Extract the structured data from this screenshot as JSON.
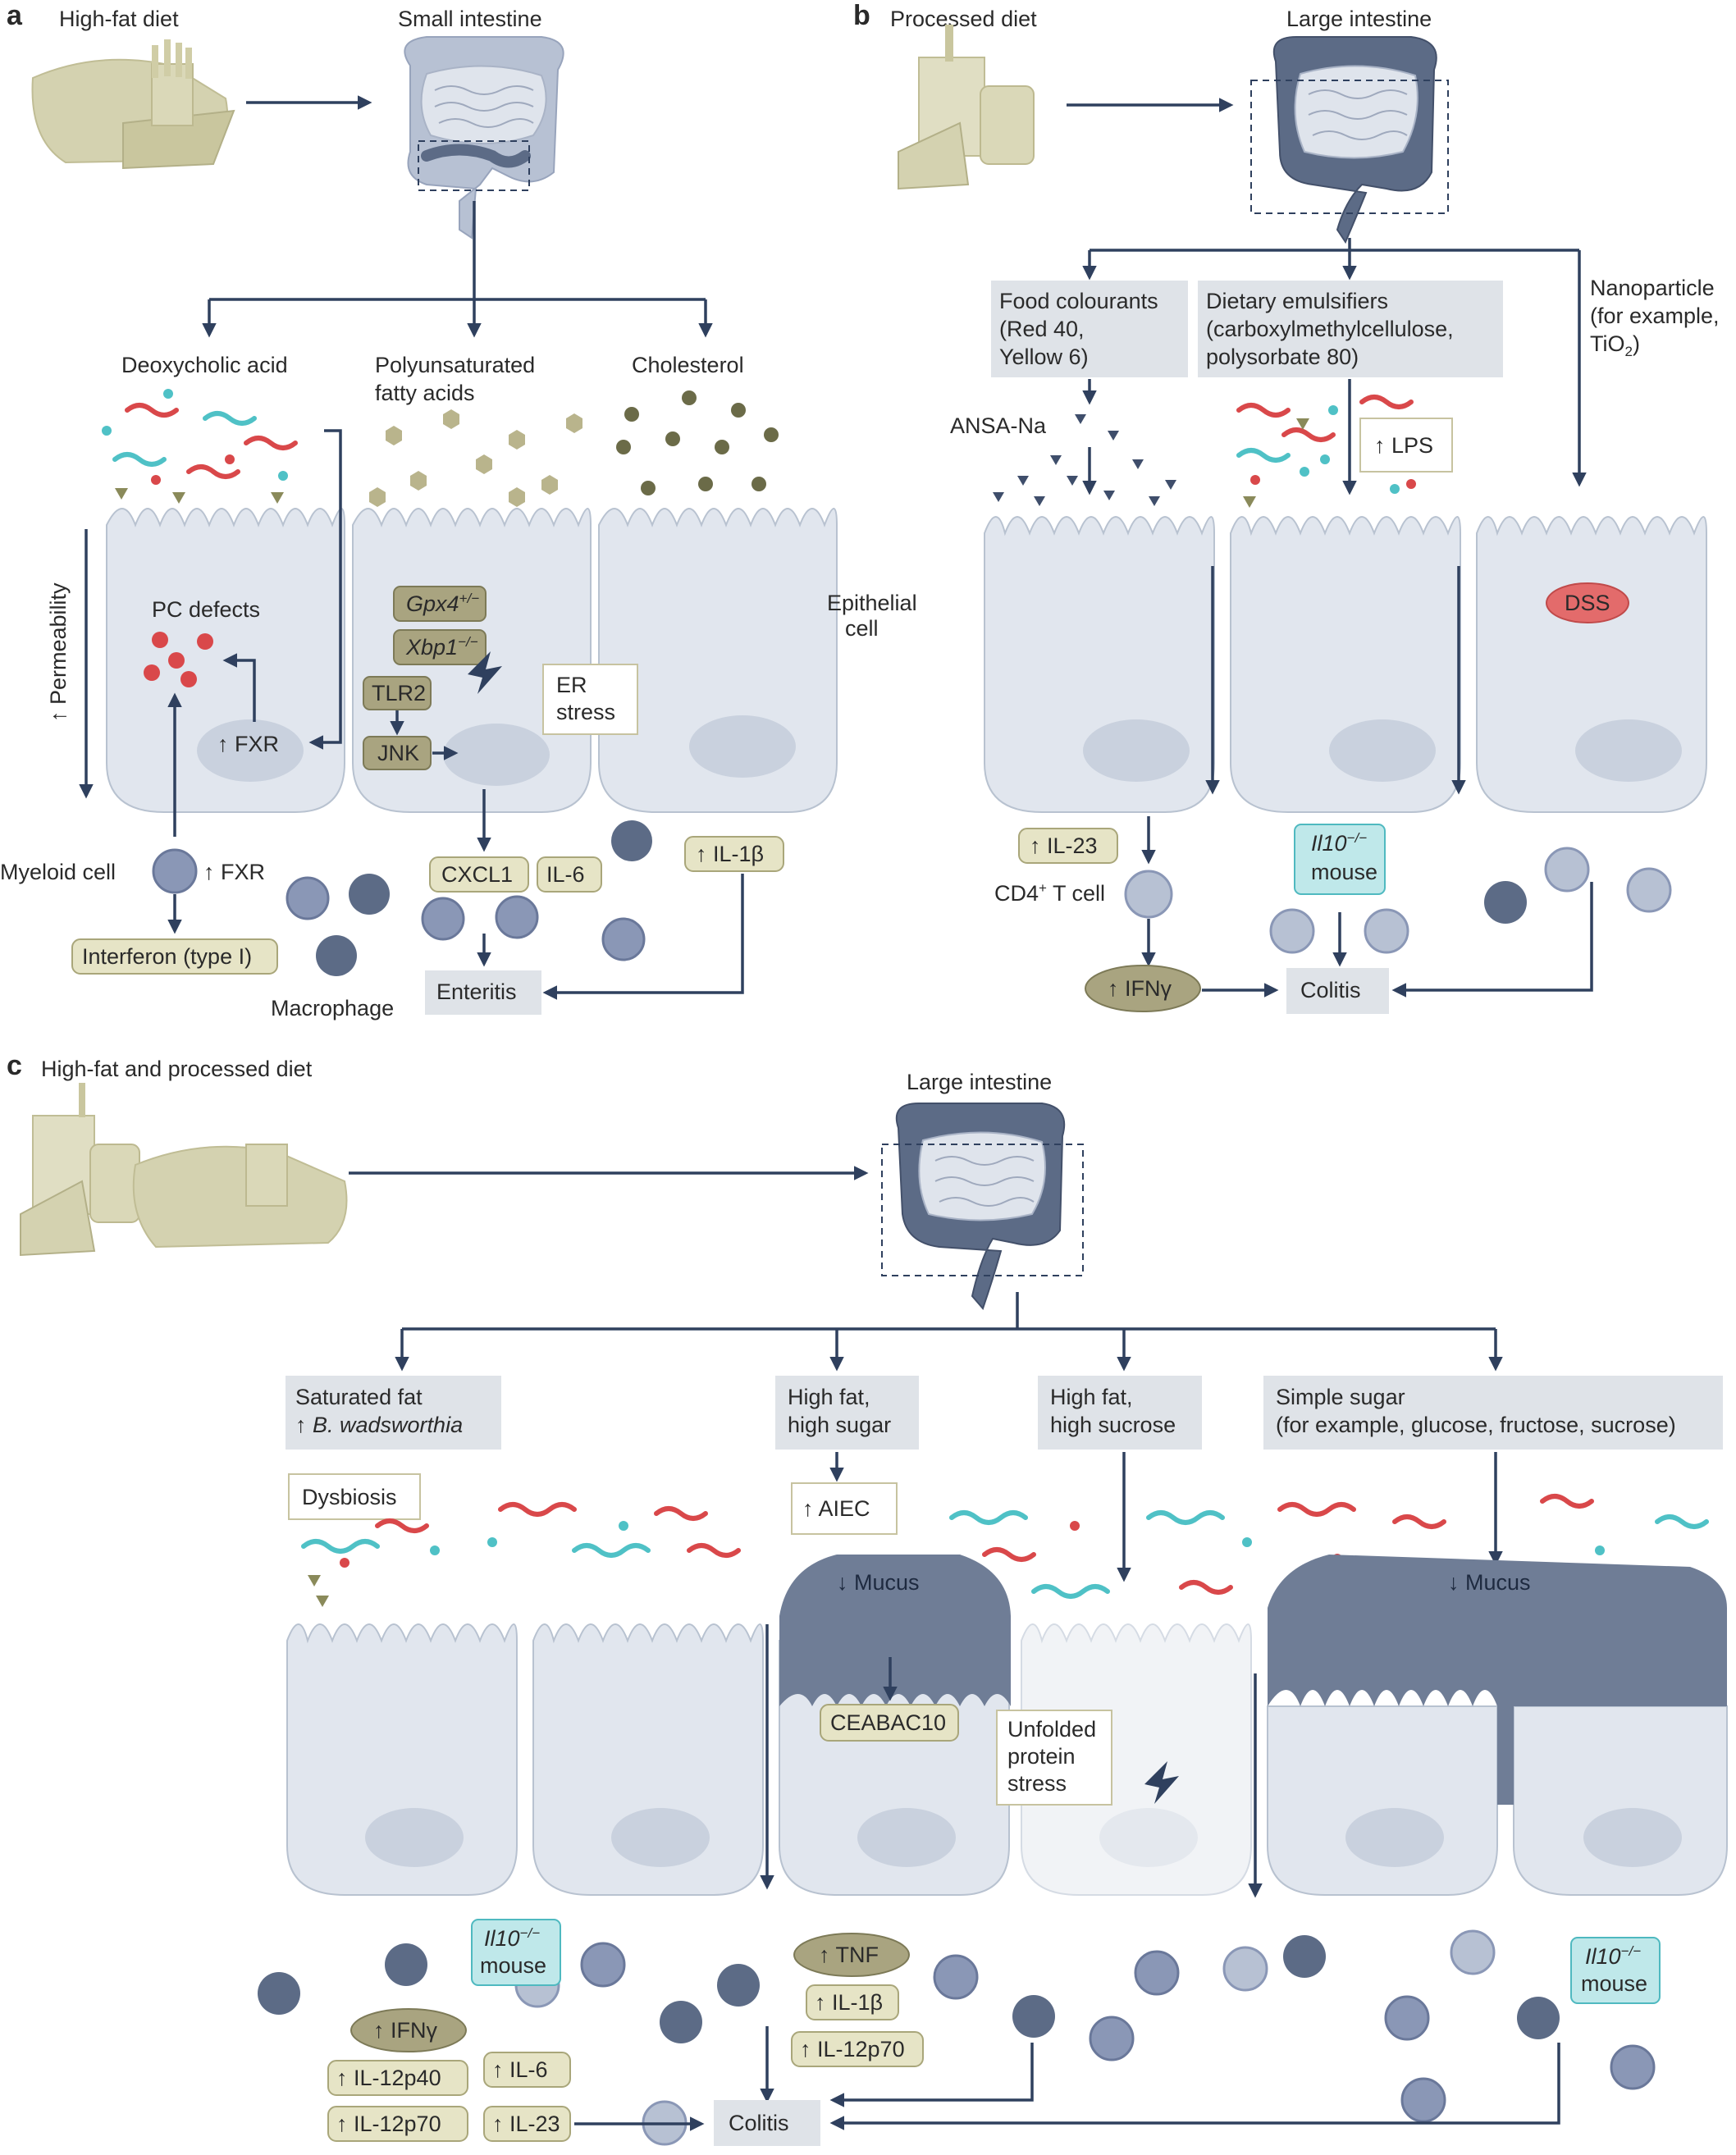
{
  "panels": {
    "a": {
      "letter": "a",
      "diet": "High-fat diet",
      "organ": "Small intestine",
      "branches": [
        "Deoxycholic acid",
        "Polyunsaturated",
        "fatty acids",
        "Cholesterol"
      ],
      "permeability": "↑ Permeability",
      "pc_defects": "PC defects",
      "fxr": "↑ FXR",
      "gpx4": "Gpx4",
      "gpx4_sup": "+/−",
      "xbp1": "Xbp1",
      "xbp1_sup": "−/−",
      "tlr2": "TLR2",
      "jnk": "JNK",
      "er_stress": [
        "ER",
        "stress"
      ],
      "epithelial": [
        "Epithelial",
        "cell"
      ],
      "myeloid": "Myeloid cell",
      "myeloid_fxr": "↑ FXR",
      "interferon": "Interferon (type I)",
      "macrophage": "Macrophage",
      "cxcl1": "CXCL1",
      "il6": "IL-6",
      "il1b": "↑ IL-1β",
      "enteritis": "Enteritis"
    },
    "b": {
      "letter": "b",
      "diet": "Processed diet",
      "organ": "Large intestine",
      "food_colourants": [
        "Food colourants",
        "(Red 40,",
        "Yellow 6)"
      ],
      "emulsifiers": [
        "Dietary emulsifiers",
        "(carboxylmethylcellulose,",
        "polysorbate 80)"
      ],
      "nanoparticle": [
        "Nanoparticle",
        "(for example,",
        "TiO"
      ],
      "nanoparticle_sub": "2",
      "nanoparticle_close": ")",
      "ansa": "ANSA-Na",
      "lps": "↑ LPS",
      "dss": "DSS",
      "il23": "↑ IL-23",
      "cd4": "CD4",
      "cd4_sup": "+",
      "cd4_rest": " T cell",
      "il10": "Il10",
      "il10_sup": "−/−",
      "mouse": "mouse",
      "ifng": "↑ IFNγ",
      "colitis": "Colitis"
    },
    "c": {
      "letter": "c",
      "diet": "High-fat and processed diet",
      "organ": "Large intestine",
      "saturated": [
        "Saturated fat",
        "↑ B. wadsworthia"
      ],
      "hfhs": [
        "High fat,",
        "high sugar"
      ],
      "hfsucrose": [
        "High fat,",
        "high sucrose"
      ],
      "simple_sugar": [
        "Simple sugar",
        "(for example, glucose, fructose, sucrose)"
      ],
      "dysbiosis": "Dysbiosis",
      "aiec": "↑ AIEC",
      "mucus": "↓ Mucus",
      "ceabac": "CEABAC10",
      "unfolded": [
        "Unfolded",
        "protein",
        "stress"
      ],
      "il10": "Il10",
      "il10_sup": "−/−",
      "mouse": "mouse",
      "ifng": "↑ IFNγ",
      "il12p40": "↑ IL-12p40",
      "il12p70": "↑ IL-12p70",
      "il6": "↑ IL-6",
      "il23": "↑ IL-23",
      "tnf": "↑ TNF",
      "il1b": "↑ IL-1β",
      "il12p70b": "↑ IL-12p70",
      "colitis": "Colitis"
    }
  },
  "colors": {
    "arrow": "#2f405e",
    "cell": "#e1e6ee",
    "organ_a": "#b7c1d3",
    "organ_b": "#5c6b86",
    "bacteria_red": "#d9484a",
    "bacteria_cyan": "#4fc1c6",
    "food": "#d4d2b0"
  }
}
